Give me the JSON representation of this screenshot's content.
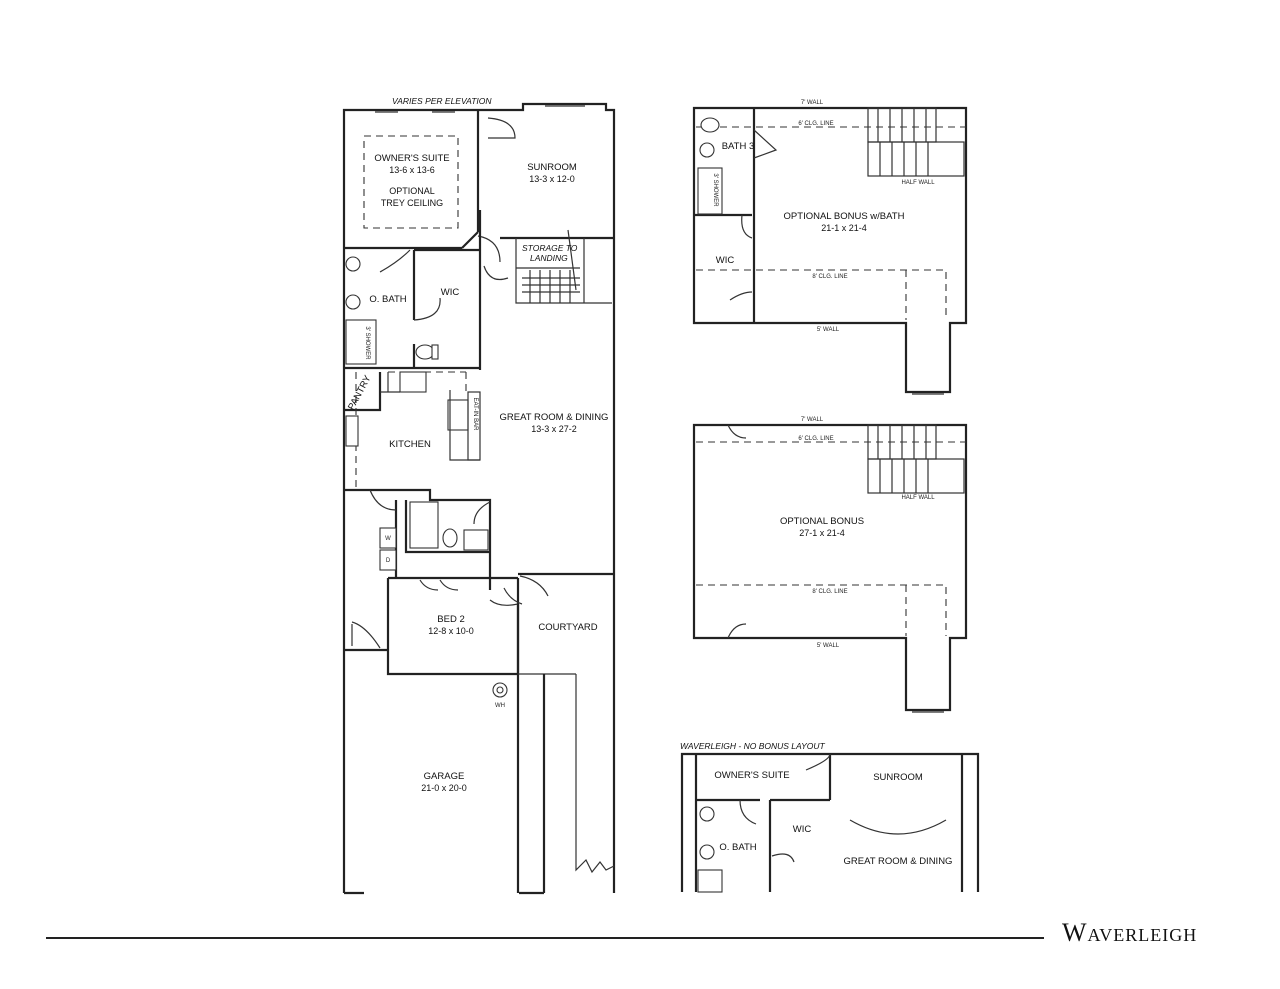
{
  "brand": {
    "name": "Waverleigh"
  },
  "main_plan": {
    "elevation_note": "VARIES PER ELEVATION",
    "rooms": {
      "owners_suite": {
        "name": "OWNER'S SUITE",
        "size": "13-6 x 13-6",
        "option_line1": "OPTIONAL",
        "option_line2": "TREY CEILING"
      },
      "sunroom": {
        "name": "SUNROOM",
        "size": "13-3 x 12-0"
      },
      "storage": {
        "line1": "STORAGE TO",
        "line2": "LANDING"
      },
      "o_bath": {
        "name": "O. BATH"
      },
      "wic": {
        "name": "WIC"
      },
      "pantry": {
        "name": "PANTRY"
      },
      "kitchen": {
        "name": "KITCHEN"
      },
      "eat_bar": {
        "name": "EAT-IN BAR"
      },
      "great_room": {
        "name": "GREAT ROOM & DINING",
        "size": "13-3 x 27-2"
      },
      "bed2": {
        "name": "BED 2",
        "size": "12-8 x 10-0"
      },
      "courtyard": {
        "name": "COURTYARD"
      },
      "garage": {
        "name": "GARAGE",
        "size": "21-0 x 20-0"
      },
      "water_heater": {
        "name": "WH"
      },
      "shower": {
        "name": "3' SHOWER"
      },
      "washer": {
        "name": "W"
      },
      "dryer": {
        "name": "D"
      }
    }
  },
  "bonus_bath_plan": {
    "top_wall": "7' WALL",
    "clg_line_top": "6' CLG. LINE",
    "half_wall": "HALF WALL",
    "bath3": "BATH 3",
    "wic": "WIC",
    "shower": "3' SHOWER",
    "bonus_name": "OPTIONAL BONUS w/BATH",
    "bonus_size": "21-1 x 21-4",
    "clg_line_mid": "8' CLG. LINE",
    "bottom_wall": "5' WALL"
  },
  "bonus_plan": {
    "top_wall": "7' WALL",
    "clg_line_top": "6' CLG. LINE",
    "half_wall": "HALF WALL",
    "bonus_name": "OPTIONAL BONUS",
    "bonus_size": "27-1 x 21-4",
    "clg_line_mid": "8' CLG. LINE",
    "bottom_wall": "5' WALL"
  },
  "no_bonus_layout": {
    "title": "WAVERLEIGH - NO BONUS LAYOUT",
    "owners_suite": "OWNER'S SUITE",
    "sunroom": "SUNROOM",
    "wic": "WIC",
    "o_bath": "O. BATH",
    "great_room": "GREAT ROOM & DINING"
  }
}
